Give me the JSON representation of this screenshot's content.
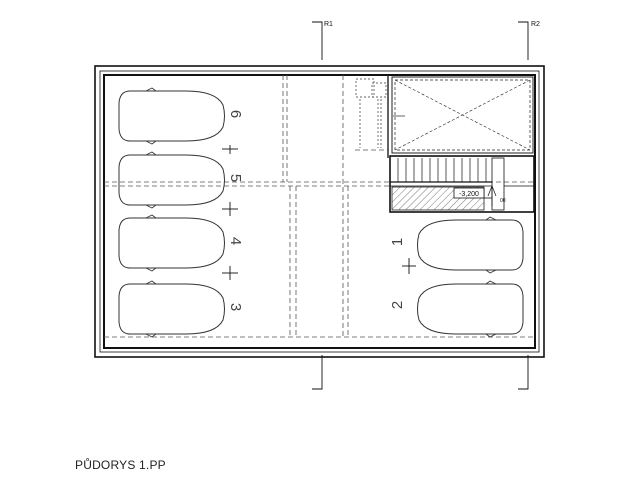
{
  "drawing": {
    "caption": "PŮDORYS 1.PP",
    "section_marks": [
      {
        "label": "R1"
      },
      {
        "label": "R2"
      }
    ],
    "level_label": "-3,200",
    "parking_spaces": [
      "6",
      "5",
      "4",
      "3",
      "1",
      "2"
    ]
  }
}
